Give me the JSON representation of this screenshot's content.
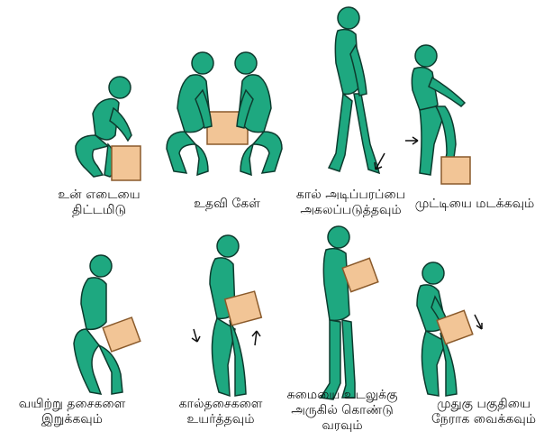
{
  "colors": {
    "skin": "#1ea880",
    "outline": "#0d3b2e",
    "box": "#f2c596",
    "box_outline": "#8a5a2b"
  },
  "panels": [
    {
      "icon": "squat-person-icon",
      "caption": [
        "உன் எடையை",
        "திட்டமிடு"
      ]
    },
    {
      "icon": "two-people-lifting-icon",
      "caption": [
        "உதவி கேள்"
      ]
    },
    {
      "icon": "standing-person-icon",
      "caption": [
        "கால் அடிப்பரப்பை",
        "அகலப்படுத்தவும்"
      ]
    },
    {
      "icon": "bending-knees-icon",
      "caption": [
        "முட்டியை மடக்கவும்"
      ]
    },
    {
      "icon": "squat-holding-box-icon",
      "caption": [
        "வயிற்று தசைகளை",
        "இறுக்கவும்"
      ]
    },
    {
      "icon": "rising-with-box-icon",
      "caption": [
        "கால்தசைகளை",
        "உயர்த்தவும்"
      ]
    },
    {
      "icon": "carrying-box-icon",
      "caption": [
        "சுமையை உடலுக்கு",
        "அருகில் கொண்டு",
        "வரவும்"
      ]
    },
    {
      "icon": "straight-back-icon",
      "caption": [
        "முதுகு பகுதியை",
        "நேராக வைக்கவும்"
      ]
    }
  ]
}
